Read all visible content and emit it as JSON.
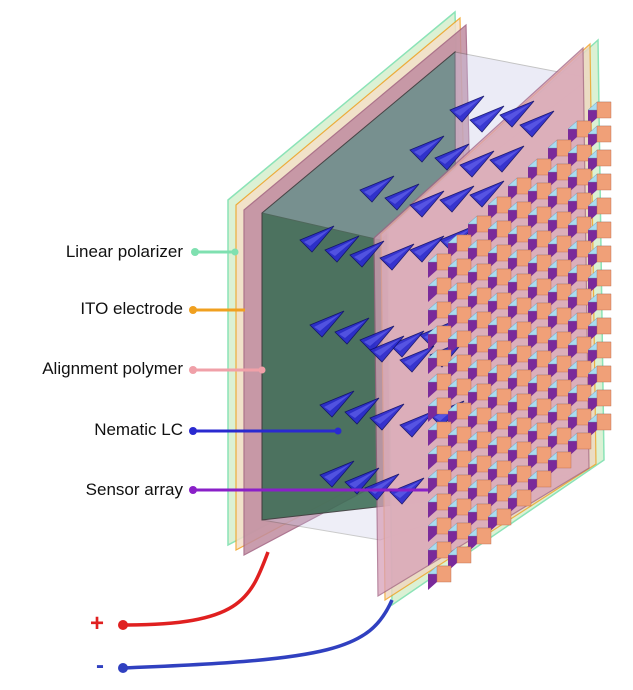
{
  "labels": {
    "linear_polarizer": "Linear polarizer",
    "ito_electrode": "ITO electrode",
    "alignment_polymer": "Alignment  polymer",
    "nematic_lc": "Nematic LC",
    "sensor_array": "Sensor array"
  },
  "terminals": {
    "positive": "+",
    "negative": "-"
  },
  "colors": {
    "polarizer": "#7fe0b0",
    "ito": "#f0a020",
    "alignment": "#f0a0a8",
    "nematic": "#2a2ad0",
    "sensor": "#8a20c8",
    "wire_positive": "#e02020",
    "wire_negative": "#3040c0",
    "sensor_top": "#a8dcf0",
    "sensor_front": "#f0a078",
    "sensor_side": "#7a2a9a"
  }
}
